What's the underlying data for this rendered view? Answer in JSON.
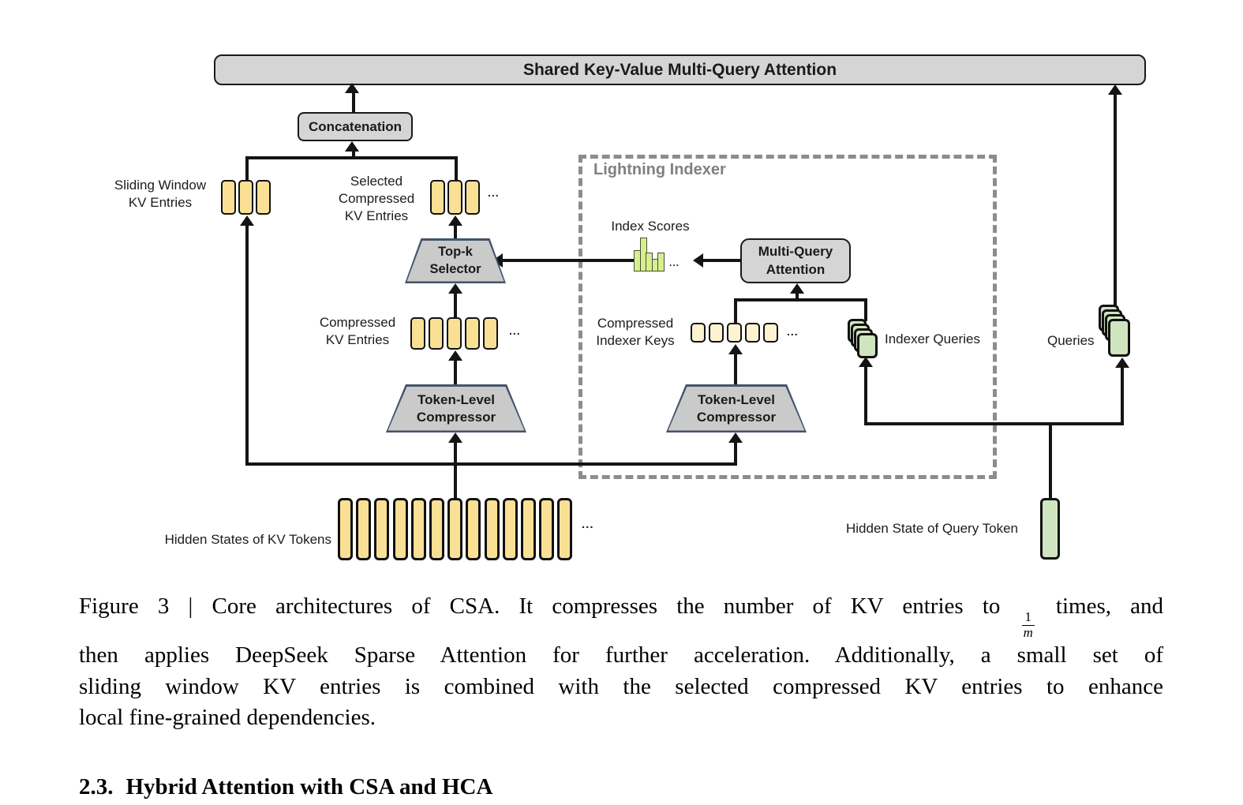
{
  "colors": {
    "token_yellow": "#f9e095",
    "token_pale_yellow": "#fdf3d1",
    "token_green": "#cfe5c0",
    "bar_chart_green": "#d9ef8f",
    "box_gray": "#d5d5d5",
    "trapezoid_gray": "#cacaca",
    "trapezoid_border": "#44546a",
    "dashed_border_gray": "#8c8c8c",
    "line_black": "#141414"
  },
  "diagram": {
    "shared_attention_bar": "Shared Key-Value Multi-Query Attention",
    "concatenation": "Concatenation",
    "lightning_indexer_title": "Lightning Indexer",
    "topk_selector": [
      "Top-k",
      "Selector"
    ],
    "token_level_compressor_left": [
      "Token-Level",
      "Compressor"
    ],
    "token_level_compressor_right": [
      "Token-Level",
      "Compressor"
    ],
    "multi_query_attention": [
      "Multi-Query",
      "Attention"
    ],
    "labels": {
      "sliding_window": [
        "Sliding Window",
        "KV Entries"
      ],
      "selected_compressed": [
        "Selected",
        "Compressed",
        "KV Entries"
      ],
      "compressed_kv": [
        "Compressed",
        "KV Entries"
      ],
      "index_scores": "Index Scores",
      "compressed_indexer_keys": [
        "Compressed",
        "Indexer Keys"
      ],
      "indexer_queries": "Indexer Queries",
      "queries": "Queries",
      "hidden_states_kv": "Hidden States of KV Tokens",
      "hidden_state_query": "Hidden State of Query Token"
    },
    "ellipsis": "...",
    "token_counts": {
      "sliding_window": 3,
      "selected_compressed": 3,
      "compressed_kv": 5,
      "compressed_indexer_keys": 5,
      "hidden_states": 13,
      "indexer_queries_stack": 4,
      "queries_stack": 4
    },
    "index_scores_bar_heights": [
      27,
      43,
      24,
      16,
      24
    ]
  },
  "caption": {
    "line1_pre": "Figure 3 | Core architectures of CSA. It compresses the number of KV entries to",
    "fraction": {
      "numerator": "1",
      "denominator": "m"
    },
    "line1_post": "times, and",
    "line2": "then applies DeepSeek Sparse Attention for further acceleration. Additionally, a small set of",
    "line3": "sliding window KV entries is combined with the selected compressed KV entries to enhance",
    "line4": "local fine-grained dependencies."
  },
  "section_heading": {
    "number": "2.3.",
    "title": "Hybrid Attention with CSA and HCA"
  }
}
